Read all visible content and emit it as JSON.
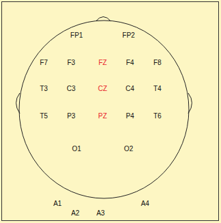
{
  "diagram": {
    "labels": [
      "FP1",
      "FP2",
      "F7",
      "F3",
      "FZ",
      "F4",
      "F8",
      "T3",
      "C3",
      "CZ",
      "C4",
      "T4",
      "T5",
      "P3",
      "PZ",
      "P4",
      "T6",
      "O1",
      "O2",
      "A1",
      "A2",
      "A3",
      "A4"
    ]
  }
}
